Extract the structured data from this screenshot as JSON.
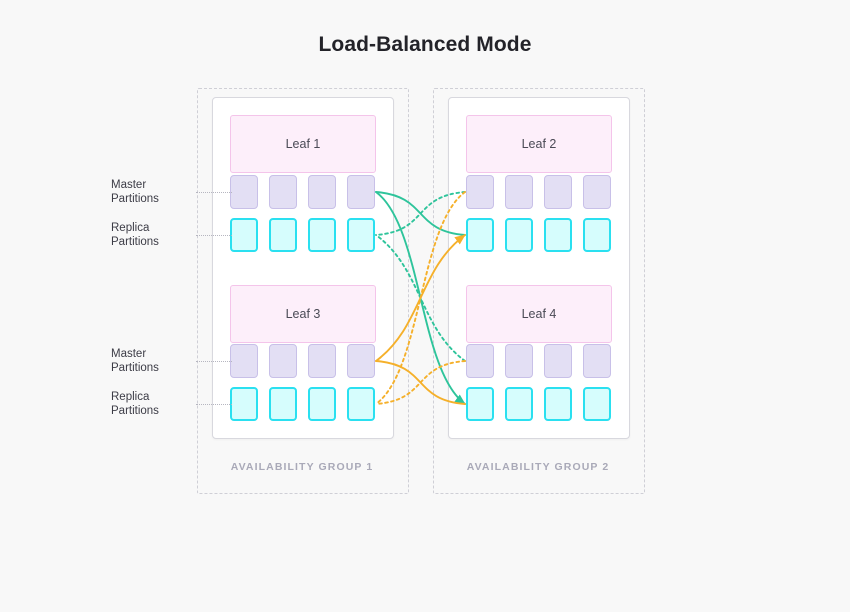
{
  "page": {
    "title": "Load-Balanced Mode",
    "background_color": "#f8f8f8"
  },
  "colors": {
    "title_text": "#232329",
    "leaf_fill": "#fdeffa",
    "leaf_border": "#f4c4ea",
    "master_fill": "#e3dff4",
    "master_border": "#c8c0e8",
    "replica_fill": "#d6fdfd",
    "replica_border": "#2ae0f0",
    "card_border": "#d8d8de",
    "group_frame_border": "#cfcfd6",
    "group_label_text": "#a9a9b8",
    "link_green": "#2ec49b",
    "link_orange": "#f5b02a",
    "leader_line": "#b6b6c0"
  },
  "availability_groups": [
    {
      "label": "AVAILABILITY GROUP 1",
      "leaves": [
        {
          "name": "Leaf 1",
          "master_count": 4,
          "replica_count": 4
        },
        {
          "name": "Leaf 3",
          "master_count": 4,
          "replica_count": 4
        }
      ]
    },
    {
      "label": "AVAILABILITY GROUP 2",
      "leaves": [
        {
          "name": "Leaf 2",
          "master_count": 4,
          "replica_count": 4
        },
        {
          "name": "Leaf 4",
          "master_count": 4,
          "replica_count": 4
        }
      ]
    }
  ],
  "side_labels": {
    "master": "Master\nPartitions",
    "replica": "Replica\nPartitions"
  },
  "legend_rows": [
    {
      "row": "master",
      "label": "Master Partitions",
      "group": 1,
      "leaf": "Leaf 1"
    },
    {
      "row": "replica",
      "label": "Replica Partitions",
      "group": 1,
      "leaf": "Leaf 1"
    },
    {
      "row": "master",
      "label": "Master Partitions",
      "group": 1,
      "leaf": "Leaf 3"
    },
    {
      "row": "replica",
      "label": "Replica Partitions",
      "group": 1,
      "leaf": "Leaf 3"
    }
  ],
  "replication_links": [
    {
      "id": "l1m-to-l2r",
      "color": "#2ec49b",
      "style": "solid",
      "from": "Leaf 1 Master",
      "to": "Leaf 2 Replica",
      "arrow": false
    },
    {
      "id": "l1m-to-l4r",
      "color": "#2ec49b",
      "style": "solid",
      "from": "Leaf 1 Master",
      "to": "Leaf 4 Replica",
      "arrow": true
    },
    {
      "id": "l2m-to-l1r",
      "color": "#2ec49b",
      "style": "dotted",
      "from": "Leaf 2 Master",
      "to": "Leaf 1 Replica",
      "arrow": false
    },
    {
      "id": "l4m-to-l1r",
      "color": "#2ec49b",
      "style": "dotted",
      "from": "Leaf 4 Master",
      "to": "Leaf 1 Replica",
      "arrow": false
    },
    {
      "id": "l3m-to-l2r",
      "color": "#f5b02a",
      "style": "solid",
      "from": "Leaf 3 Master",
      "to": "Leaf 2 Replica",
      "arrow": true
    },
    {
      "id": "l3m-to-l4r",
      "color": "#f5b02a",
      "style": "solid",
      "from": "Leaf 3 Master",
      "to": "Leaf 4 Replica",
      "arrow": false
    },
    {
      "id": "l2m-to-l3r",
      "color": "#f5b02a",
      "style": "dotted",
      "from": "Leaf 2 Master",
      "to": "Leaf 3 Replica",
      "arrow": false
    },
    {
      "id": "l4m-to-l3r",
      "color": "#f5b02a",
      "style": "dotted",
      "from": "Leaf 4 Master",
      "to": "Leaf 3 Replica",
      "arrow": false
    }
  ]
}
